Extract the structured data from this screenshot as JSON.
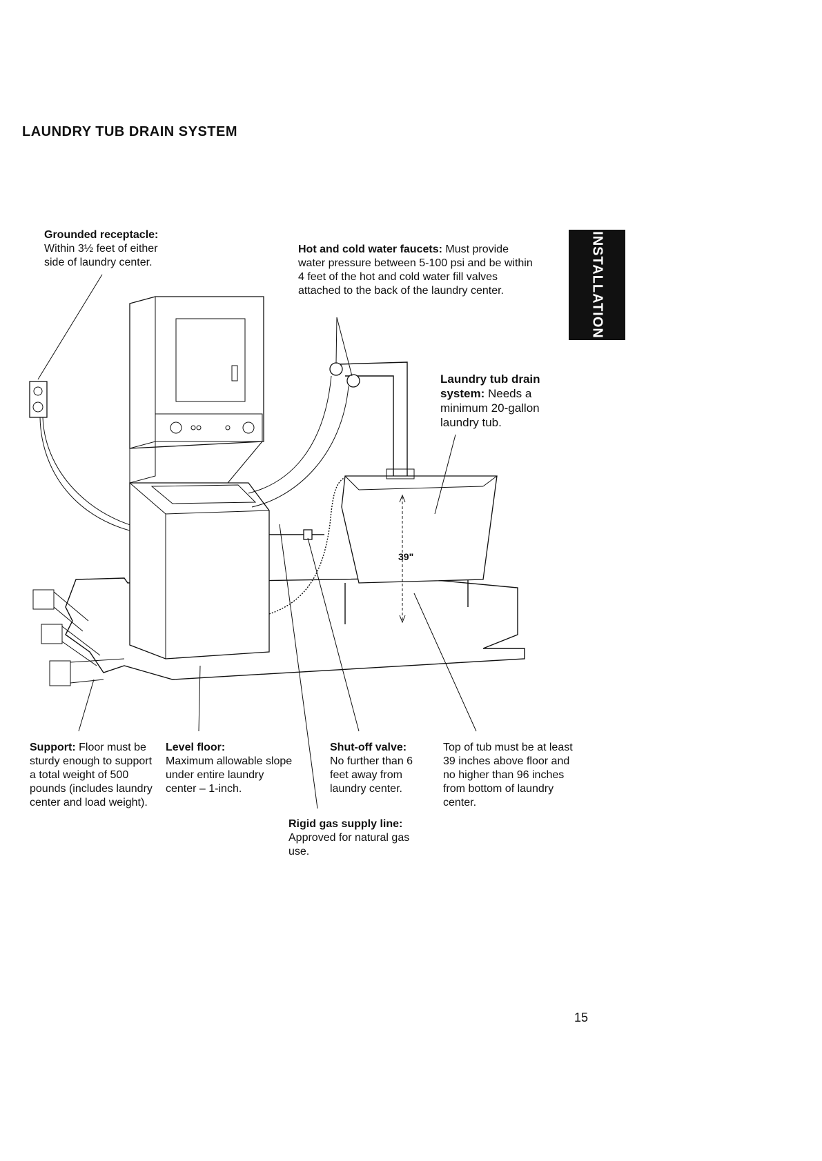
{
  "page": {
    "title": "LAUNDRY TUB DRAIN SYSTEM",
    "section_tab": "INSTALLATION",
    "page_number": "15"
  },
  "callouts": {
    "receptacle": {
      "heading": "Grounded receptacle:",
      "line1": "Within 3½ feet of either",
      "line2": "side of laundry center."
    },
    "faucets": {
      "heading": "Hot and cold water faucets:",
      "text": "Must provide water pressure between 5-100 psi and be within 4 feet of the hot and cold water fill valves attached to the back of the laundry center."
    },
    "drain": {
      "heading": "Laundry tub drain system:",
      "text": "Needs a minimum 20-gallon laundry tub."
    },
    "support": {
      "heading": "Support:",
      "text": "Floor must be sturdy enough to support a total weight of 500 pounds (includes laundry center and load weight)."
    },
    "floor": {
      "heading": "Level floor:",
      "text": "Maximum allowable slope under entire laundry center – 1-inch."
    },
    "shutoff": {
      "heading": "Shut-off valve:",
      "text": "No further than 6 feet away from laundry center."
    },
    "tub_height": {
      "text": "Top of tub must be at least 39 inches above floor and no higher than 96 inches from bottom of laundry center."
    },
    "gas": {
      "heading": "Rigid gas supply line:",
      "text": "Approved for natural gas use."
    }
  },
  "diagram": {
    "dimension_label": "39\""
  }
}
